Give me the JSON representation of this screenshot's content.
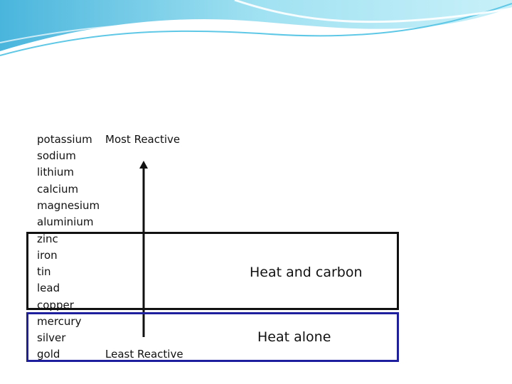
{
  "diagram": {
    "metals": [
      "potassium",
      "sodium",
      "lithium",
      "calcium",
      "magnesium",
      "aluminium",
      "zinc",
      "iron",
      "tin",
      "lead",
      "copper",
      "mercury",
      "silver",
      "gold"
    ],
    "top_label": "Most Reactive",
    "bottom_label": "Least Reactive",
    "method_carbon": "Heat and carbon",
    "method_alone": "Heat alone",
    "colors": {
      "text": "#111111",
      "carbon_box": "#111111",
      "alone_box": "#1d1f9e",
      "decor_wave": "#4bbfe0"
    }
  }
}
